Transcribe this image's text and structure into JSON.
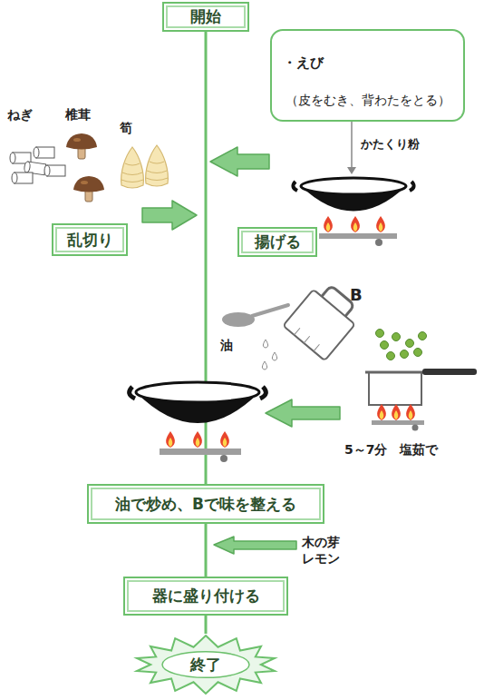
{
  "diagram": {
    "nodes": [
      {
        "text": [
          "開始"
        ]
      },
      {
        "text": [
          "・えび",
          "（皮をむき、背わたをとる）"
        ]
      },
      {
        "text": [
          "乱切り"
        ]
      },
      {
        "text": [
          "揚げる"
        ]
      },
      {
        "text": [
          "油で炒め、Bで味を整える"
        ]
      },
      {
        "text": [
          "器に盛り付ける"
        ]
      },
      {
        "text": [
          "終了"
        ]
      }
    ],
    "edges": [
      {
        "from": 0,
        "to": 4,
        "arrow": "none"
      },
      {
        "from": 4,
        "to": 5,
        "arrow": "none"
      },
      {
        "from": 5,
        "to": 6,
        "arrow": "none"
      }
    ],
    "labels": [
      "ねぎ",
      "椎茸",
      "筍",
      "かたくり粉",
      "油",
      "B",
      "5～7分　塩茹で",
      "木の芽",
      "レモン"
    ]
  }
}
